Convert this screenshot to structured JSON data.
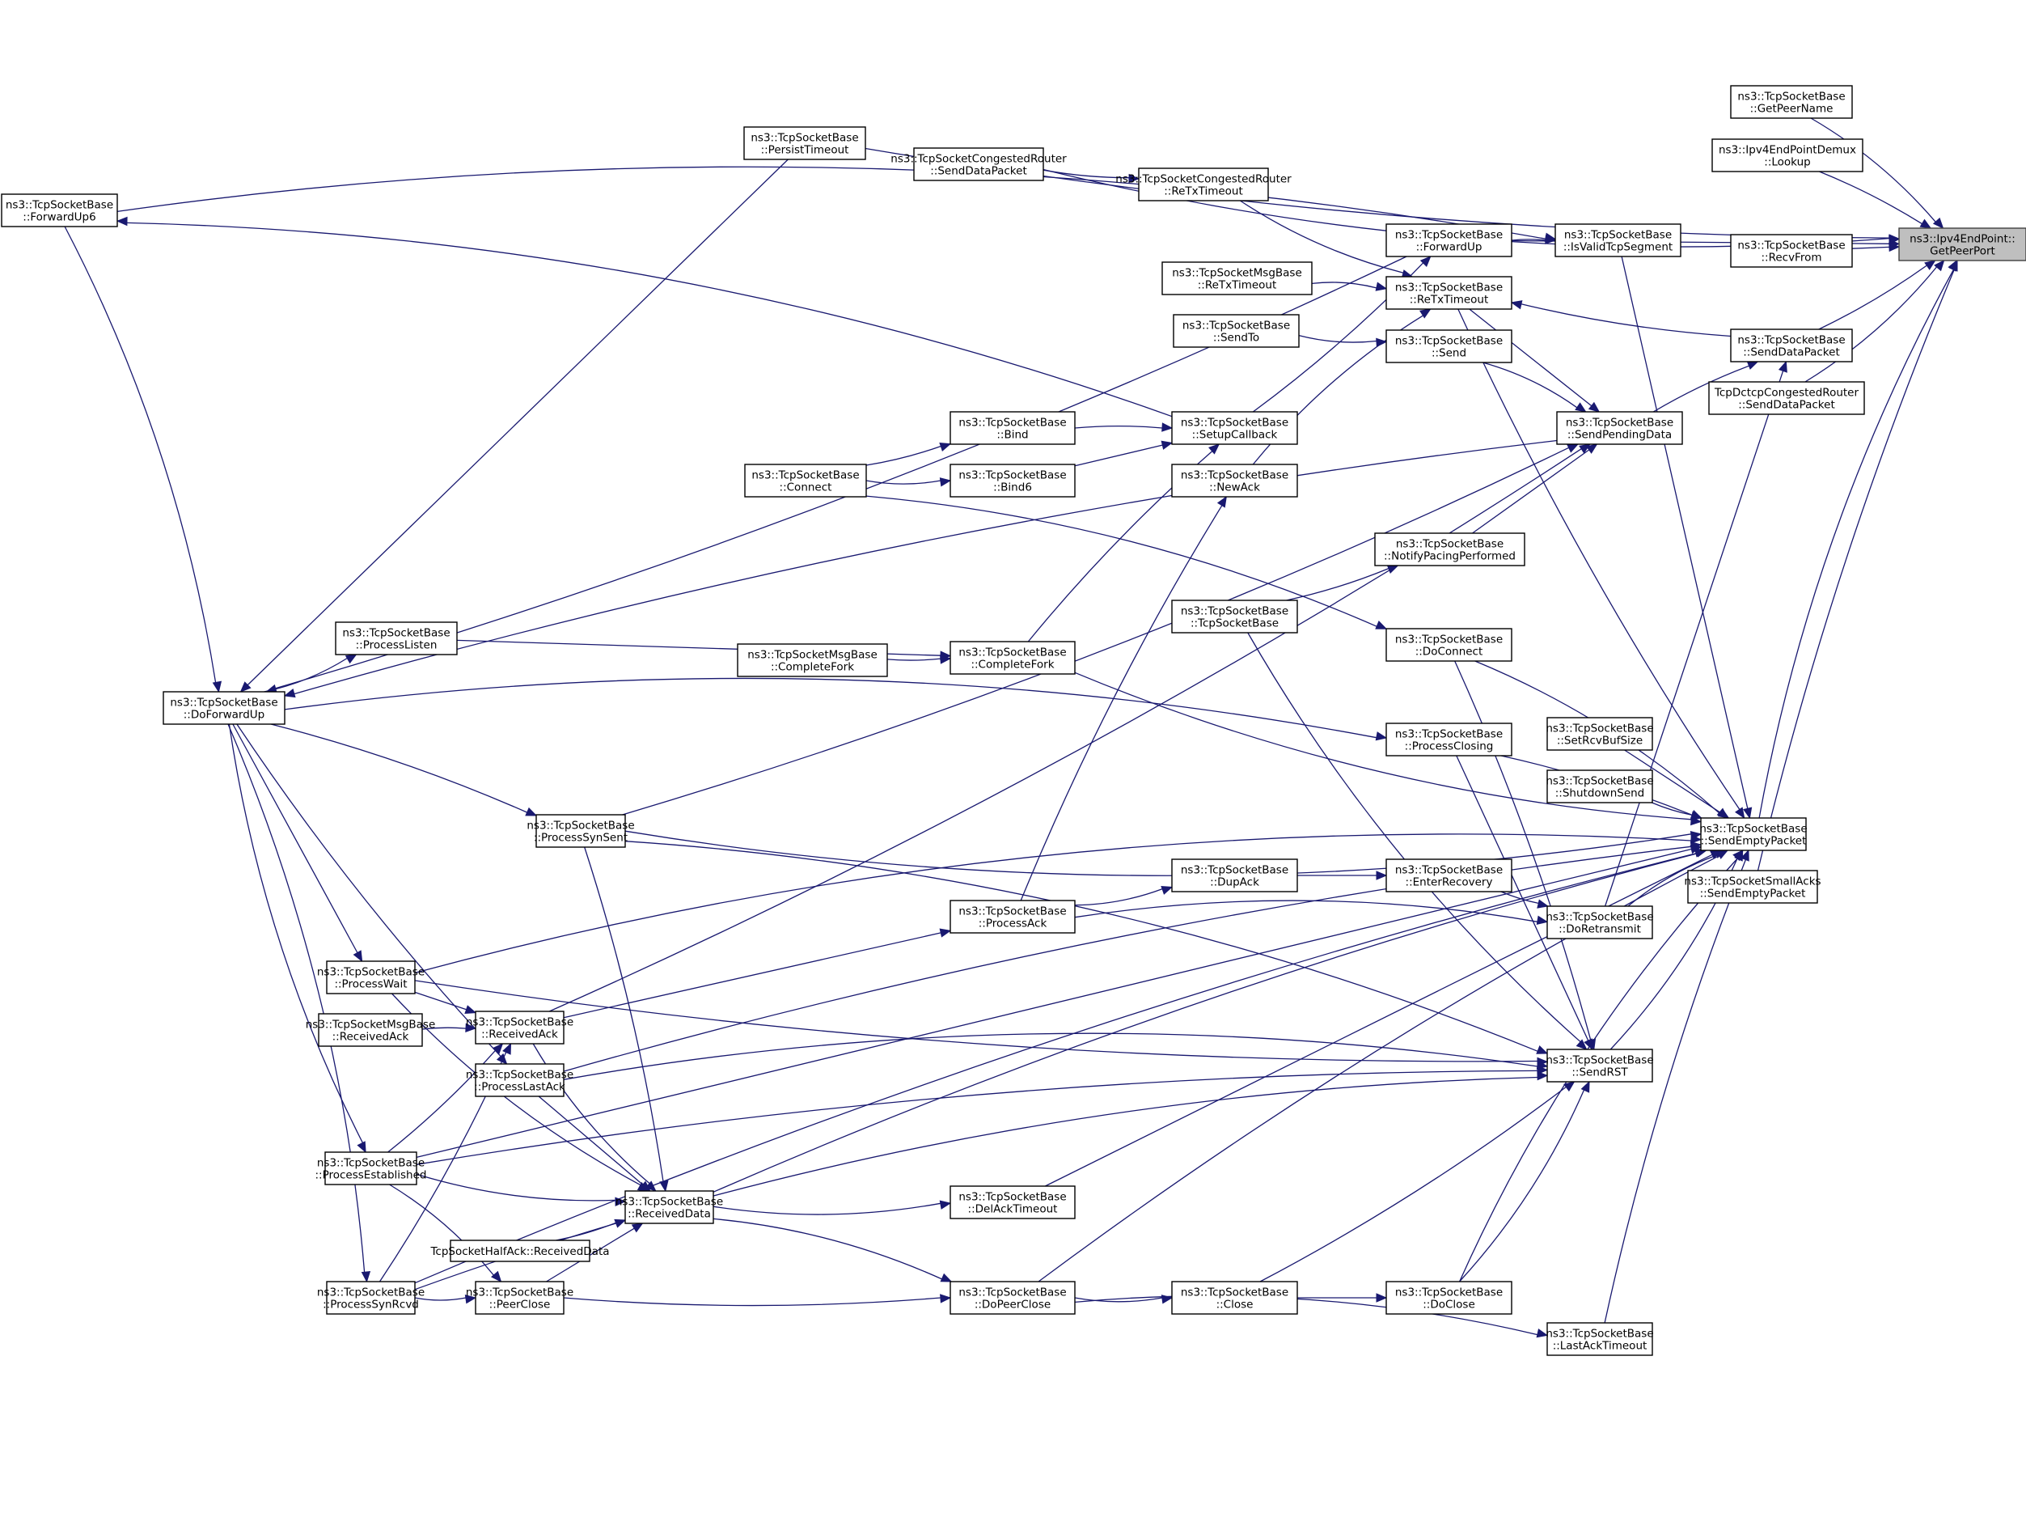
{
  "title": "ns3::Ipv4EndPoint::GetPeerPort caller graph",
  "colors": {
    "edge": "#191970",
    "node_border": "#000000",
    "focal_fill": "#bfbfbf",
    "node_fill": "#ffffff"
  },
  "nodes": [
    {
      "id": "GetPeerPort",
      "lines": [
        "ns3::Ipv4EndPoint::",
        "GetPeerPort"
      ],
      "focal": true
    },
    {
      "id": "GetPeerName",
      "lines": [
        "ns3::TcpSocketBase",
        "::GetPeerName"
      ]
    },
    {
      "id": "Lookup",
      "lines": [
        "ns3::Ipv4EndPointDemux",
        "::Lookup"
      ]
    },
    {
      "id": "RecvFrom",
      "lines": [
        "ns3::TcpSocketBase",
        "::RecvFrom"
      ]
    },
    {
      "id": "SendDataPacket",
      "lines": [
        "ns3::TcpSocketBase",
        "::SendDataPacket"
      ]
    },
    {
      "id": "DctcpSendDataPacket",
      "lines": [
        "TcpDctcpCongestedRouter",
        "::SendDataPacket"
      ]
    },
    {
      "id": "SendEmptyPacket",
      "lines": [
        "ns3::TcpSocketBase",
        "::SendEmptyPacket"
      ]
    },
    {
      "id": "SmallAcksSendEmptyPacket",
      "lines": [
        "ns3::TcpSocketSmallAcks",
        "::SendEmptyPacket"
      ]
    },
    {
      "id": "SetRcvBufSize",
      "lines": [
        "ns3::TcpSocketBase",
        "::SetRcvBufSize"
      ]
    },
    {
      "id": "ShutdownSend",
      "lines": [
        "ns3::TcpSocketBase",
        "::ShutdownSend"
      ]
    },
    {
      "id": "SendRST",
      "lines": [
        "ns3::TcpSocketBase",
        "::SendRST"
      ]
    },
    {
      "id": "DoRetransmit",
      "lines": [
        "ns3::TcpSocketBase",
        "::DoRetransmit"
      ]
    },
    {
      "id": "LastAckTimeout",
      "lines": [
        "ns3::TcpSocketBase",
        "::LastAckTimeout"
      ]
    },
    {
      "id": "PersistTimeout",
      "lines": [
        "ns3::TcpSocketBase",
        "::PersistTimeout"
      ]
    },
    {
      "id": "TcrSendDataPacket",
      "lines": [
        "ns3::TcpSocketCongestedRouter",
        "::SendDataPacket"
      ]
    },
    {
      "id": "TcrReTxTimeout",
      "lines": [
        "ns3::TcpSocketCongestedRouter",
        "::ReTxTimeout"
      ]
    },
    {
      "id": "ForwardUp",
      "lines": [
        "ns3::TcpSocketBase",
        "::ForwardUp"
      ]
    },
    {
      "id": "IsValidTcpSegment",
      "lines": [
        "ns3::TcpSocketBase",
        "::IsValidTcpSegment"
      ]
    },
    {
      "id": "MsgReTxTimeout",
      "lines": [
        "ns3::TcpSocketMsgBase",
        "::ReTxTimeout"
      ]
    },
    {
      "id": "ReTxTimeout",
      "lines": [
        "ns3::TcpSocketBase",
        "::ReTxTimeout"
      ]
    },
    {
      "id": "SendTo",
      "lines": [
        "ns3::TcpSocketBase",
        "::SendTo"
      ]
    },
    {
      "id": "Send",
      "lines": [
        "ns3::TcpSocketBase",
        "::Send"
      ]
    },
    {
      "id": "SendPendingData",
      "lines": [
        "ns3::TcpSocketBase",
        "::SendPendingData"
      ]
    },
    {
      "id": "Bind",
      "lines": [
        "ns3::TcpSocketBase",
        "::Bind"
      ]
    },
    {
      "id": "SetupCallback",
      "lines": [
        "ns3::TcpSocketBase",
        "::SetupCallback"
      ]
    },
    {
      "id": "Bind6",
      "lines": [
        "ns3::TcpSocketBase",
        "::Bind6"
      ]
    },
    {
      "id": "Connect",
      "lines": [
        "ns3::TcpSocketBase",
        "::Connect"
      ]
    },
    {
      "id": "NewAck",
      "lines": [
        "ns3::TcpSocketBase",
        "::NewAck"
      ]
    },
    {
      "id": "NotifyPacingPerformed",
      "lines": [
        "ns3::TcpSocketBase",
        "::NotifyPacingPerformed"
      ]
    },
    {
      "id": "TcpSocketBaseCtor",
      "lines": [
        "ns3::TcpSocketBase",
        "::TcpSocketBase"
      ]
    },
    {
      "id": "DoConnect",
      "lines": [
        "ns3::TcpSocketBase",
        "::DoConnect"
      ]
    },
    {
      "id": "ProcessListen",
      "lines": [
        "ns3::TcpSocketBase",
        "::ProcessListen"
      ]
    },
    {
      "id": "MsgCompleteFork",
      "lines": [
        "ns3::TcpSocketMsgBase",
        "::CompleteFork"
      ]
    },
    {
      "id": "CompleteFork",
      "lines": [
        "ns3::TcpSocketBase",
        "::CompleteFork"
      ]
    },
    {
      "id": "DoForwardUp",
      "lines": [
        "ns3::TcpSocketBase",
        "::DoForwardUp"
      ]
    },
    {
      "id": "ForwardUp6",
      "lines": [
        "ns3::TcpSocketBase",
        "::ForwardUp6"
      ]
    },
    {
      "id": "ProcessClosing",
      "lines": [
        "ns3::TcpSocketBase",
        "::ProcessClosing"
      ]
    },
    {
      "id": "ProcessSynSent",
      "lines": [
        "ns3::TcpSocketBase",
        "::ProcessSynSent"
      ]
    },
    {
      "id": "DupAck",
      "lines": [
        "ns3::TcpSocketBase",
        "::DupAck"
      ]
    },
    {
      "id": "EnterRecovery",
      "lines": [
        "ns3::TcpSocketBase",
        "::EnterRecovery"
      ]
    },
    {
      "id": "ProcessAck",
      "lines": [
        "ns3::TcpSocketBase",
        "::ProcessAck"
      ]
    },
    {
      "id": "ProcessWait",
      "lines": [
        "ns3::TcpSocketBase",
        "::ProcessWait"
      ]
    },
    {
      "id": "MsgReceivedAck",
      "lines": [
        "ns3::TcpSocketMsgBase",
        "::ReceivedAck"
      ]
    },
    {
      "id": "ReceivedAck",
      "lines": [
        "ns3::TcpSocketBase",
        "::ReceivedAck"
      ]
    },
    {
      "id": "ProcessLastAck",
      "lines": [
        "ns3::TcpSocketBase",
        "::ProcessLastAck"
      ]
    },
    {
      "id": "ProcessEstablished",
      "lines": [
        "ns3::TcpSocketBase",
        "::ProcessEstablished"
      ]
    },
    {
      "id": "ReceivedData",
      "lines": [
        "ns3::TcpSocketBase",
        "::ReceivedData"
      ]
    },
    {
      "id": "HalfAckReceivedData",
      "lines": [
        "TcpSocketHalfAck::ReceivedData"
      ]
    },
    {
      "id": "DelAckTimeout",
      "lines": [
        "ns3::TcpSocketBase",
        "::DelAckTimeout"
      ]
    },
    {
      "id": "ProcessSynRcvd",
      "lines": [
        "ns3::TcpSocketBase",
        "::ProcessSynRcvd"
      ]
    },
    {
      "id": "PeerClose",
      "lines": [
        "ns3::TcpSocketBase",
        "::PeerClose"
      ]
    },
    {
      "id": "DoPeerClose",
      "lines": [
        "ns3::TcpSocketBase",
        "::DoPeerClose"
      ]
    },
    {
      "id": "Close",
      "lines": [
        "ns3::TcpSocketBase",
        "::Close"
      ]
    },
    {
      "id": "DoClose",
      "lines": [
        "ns3::TcpSocketBase",
        "::DoClose"
      ]
    }
  ],
  "edges": [
    [
      "GetPeerName",
      "GetPeerPort"
    ],
    [
      "Lookup",
      "GetPeerPort"
    ],
    [
      "RecvFrom",
      "GetPeerPort"
    ],
    [
      "SendDataPacket",
      "GetPeerPort"
    ],
    [
      "DctcpSendDataPacket",
      "GetPeerPort"
    ],
    [
      "SendEmptyPacket",
      "GetPeerPort"
    ],
    [
      "SmallAcksSendEmptyPacket",
      "GetPeerPort"
    ],
    [
      "ForwardUp",
      "GetPeerPort"
    ],
    [
      "PersistTimeout",
      "GetPeerPort"
    ],
    [
      "TcrSendDataPacket",
      "GetPeerPort"
    ],
    [
      "ForwardUp6",
      "IsValidTcpSegment"
    ],
    [
      "ForwardUp",
      "IsValidTcpSegment"
    ],
    [
      "IsValidTcpSegment",
      "SendEmptyPacket"
    ],
    [
      "TcrSendDataPacket",
      "TcrReTxTimeout"
    ],
    [
      "TcrReTxTimeout",
      "ReTxTimeout"
    ],
    [
      "MsgReTxTimeout",
      "ReTxTimeout"
    ],
    [
      "SendDataPacket",
      "ReTxTimeout"
    ],
    [
      "ReTxTimeout",
      "SendPendingData"
    ],
    [
      "ReTxTimeout",
      "SendEmptyPacket"
    ],
    [
      "SendTo",
      "Send"
    ],
    [
      "Send",
      "SendPendingData"
    ],
    [
      "SendPendingData",
      "SendDataPacket"
    ],
    [
      "DoRetransmit",
      "SendDataPacket"
    ],
    [
      "SetupCallback",
      "ForwardUp"
    ],
    [
      "SetupCallback",
      "ForwardUp6"
    ],
    [
      "NewAck",
      "ReTxTimeout"
    ],
    [
      "Bind",
      "SetupCallback"
    ],
    [
      "Bind6",
      "SetupCallback"
    ],
    [
      "Connect",
      "Bind"
    ],
    [
      "Connect",
      "Bind6"
    ],
    [
      "Connect",
      "DoConnect"
    ],
    [
      "CompleteFork",
      "SetupCallback"
    ],
    [
      "NotifyPacingPerformed",
      "SendPendingData"
    ],
    [
      "TcpSocketBaseCtor",
      "NotifyPacingPerformed"
    ],
    [
      "TcpSocketBaseCtor",
      "SendRST"
    ],
    [
      "DoConnect",
      "SendEmptyPacket"
    ],
    [
      "DoConnect",
      "SendRST"
    ],
    [
      "ProcessListen",
      "CompleteFork"
    ],
    [
      "MsgCompleteFork",
      "CompleteFork"
    ],
    [
      "CompleteFork",
      "SendEmptyPacket"
    ],
    [
      "ForwardUp6",
      "DoForwardUp"
    ],
    [
      "ForwardUp",
      "DoForwardUp"
    ],
    [
      "PersistTimeout",
      "DoForwardUp"
    ],
    [
      "SendPendingData",
      "DoForwardUp"
    ],
    [
      "DoForwardUp",
      "ProcessListen"
    ],
    [
      "DoForwardUp",
      "ProcessClosing"
    ],
    [
      "DoForwardUp",
      "ProcessSynSent"
    ],
    [
      "DoForwardUp",
      "ProcessWait"
    ],
    [
      "DoForwardUp",
      "ProcessLastAck"
    ],
    [
      "DoForwardUp",
      "ProcessEstablished"
    ],
    [
      "DoForwardUp",
      "ProcessSynRcvd"
    ],
    [
      "ProcessClosing",
      "SendEmptyPacket"
    ],
    [
      "ProcessClosing",
      "SendRST"
    ],
    [
      "ProcessSynSent",
      "SendPendingData"
    ],
    [
      "ProcessSynSent",
      "SendEmptyPacket"
    ],
    [
      "ProcessSynSent",
      "SendRST"
    ],
    [
      "ProcessSynSent",
      "ReceivedData"
    ],
    [
      "SetRcvBufSize",
      "SendEmptyPacket"
    ],
    [
      "ShutdownSend",
      "SendEmptyPacket"
    ],
    [
      "SendRST",
      "SendEmptyPacket"
    ],
    [
      "DoRetransmit",
      "SendEmptyPacket"
    ],
    [
      "LastAckTimeout",
      "SendEmptyPacket"
    ],
    [
      "DupAck",
      "EnterRecovery"
    ],
    [
      "EnterRecovery",
      "DoRetransmit"
    ],
    [
      "ProcessAck",
      "DupAck"
    ],
    [
      "ProcessAck",
      "DoRetransmit"
    ],
    [
      "ProcessAck",
      "NewAck"
    ],
    [
      "ProcessWait",
      "ReceivedAck"
    ],
    [
      "ProcessWait",
      "SendRST"
    ],
    [
      "ProcessWait",
      "ReceivedData"
    ],
    [
      "ProcessWait",
      "SendEmptyPacket"
    ],
    [
      "MsgReceivedAck",
      "ReceivedAck"
    ],
    [
      "ReceivedAck",
      "ProcessAck"
    ],
    [
      "ReceivedAck",
      "SendPendingData"
    ],
    [
      "ReceivedAck",
      "ReceivedData"
    ],
    [
      "ProcessLastAck",
      "SendRST"
    ],
    [
      "ProcessLastAck",
      "SendEmptyPacket"
    ],
    [
      "ProcessLastAck",
      "ReceivedData"
    ],
    [
      "ProcessEstablished",
      "ReceivedAck"
    ],
    [
      "ProcessEstablished",
      "ReceivedData"
    ],
    [
      "ProcessEstablished",
      "PeerClose"
    ],
    [
      "ProcessEstablished",
      "SendRST"
    ],
    [
      "ProcessEstablished",
      "SendEmptyPacket"
    ],
    [
      "HalfAckReceivedData",
      "ReceivedData"
    ],
    [
      "ReceivedData",
      "DelAckTimeout"
    ],
    [
      "ReceivedData",
      "DoPeerClose"
    ],
    [
      "ReceivedData",
      "SendEmptyPacket"
    ],
    [
      "DelAckTimeout",
      "SendEmptyPacket"
    ],
    [
      "ProcessSynRcvd",
      "ReceivedAck"
    ],
    [
      "ProcessSynRcvd",
      "PeerClose"
    ],
    [
      "ProcessSynRcvd",
      "SendRST"
    ],
    [
      "ProcessSynRcvd",
      "SendEmptyPacket"
    ],
    [
      "PeerClose",
      "ReceivedData"
    ],
    [
      "PeerClose",
      "DoPeerClose"
    ],
    [
      "DoPeerClose",
      "Close"
    ],
    [
      "DoPeerClose",
      "LastAckTimeout"
    ],
    [
      "DoPeerClose",
      "SendEmptyPacket"
    ],
    [
      "Close",
      "DoClose"
    ],
    [
      "Close",
      "SendRST"
    ],
    [
      "DoClose",
      "SendRST"
    ],
    [
      "DoClose",
      "SendEmptyPacket"
    ]
  ]
}
